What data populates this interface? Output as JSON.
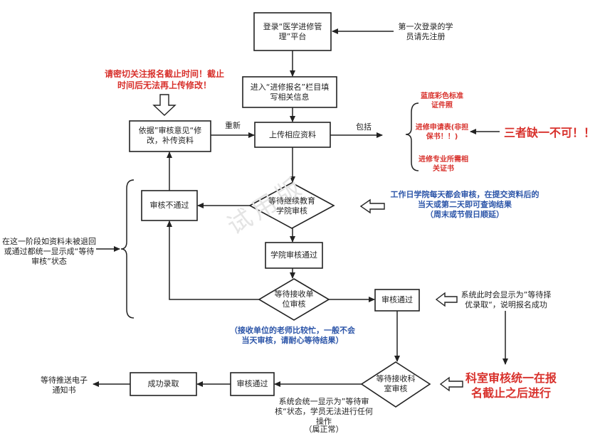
{
  "nodes": {
    "login": "登录“医学进修管理”平台",
    "enter": "进入“进修报名”栏目填写相关信息",
    "upload": "上传相应资料",
    "revise": "依据”审核意见“修改，补传资料",
    "wait_edu": "等待继续教育学院审核",
    "fail": "审核不通过",
    "college_pass": "学院审核通过",
    "wait_unit": "等待接收单位审核",
    "unit_pass": "审核通过",
    "wait_dept": "等待接收科室审核",
    "dept_pass": "审核通过",
    "admit": "成功录取"
  },
  "labels": {
    "first_login": "第一次登录的学员请先注册",
    "deadline_warning": "请密切关注报名截止时间！截止时间后无法再上传修改！",
    "renew": "重新",
    "include": "包括",
    "item_photo": "蓝底彩色标准证件照",
    "item_form": "进修申请表(非担保书！！)",
    "item_cert": "进修专业所需相关证书",
    "all_three": "三者缺一不可！！",
    "daily_review": "工作日学院每天都会审核，在提交资料后的当天或第二天即可查询结果",
    "holiday_delay": "（周末或节假日顺延）",
    "stage_status": "在这一阶段如资料未被退回或通过都统一显示成“等待审核”状态",
    "unit_busy": "（接收单位的老师比较忙，一般不会当天审核，请耐心等待结果）",
    "system_shows": "系统此时会显示为”等待择优录取“，说明报名成功",
    "dept_deadline": "科室审核统一在报名截止之后进行",
    "system_unified": "系统会统一显示为”等待审核“状态，学员无法进行任何操作",
    "normal": "（属正常）",
    "notice": "等待推送电子通知书"
  },
  "watermark": "试用版"
}
